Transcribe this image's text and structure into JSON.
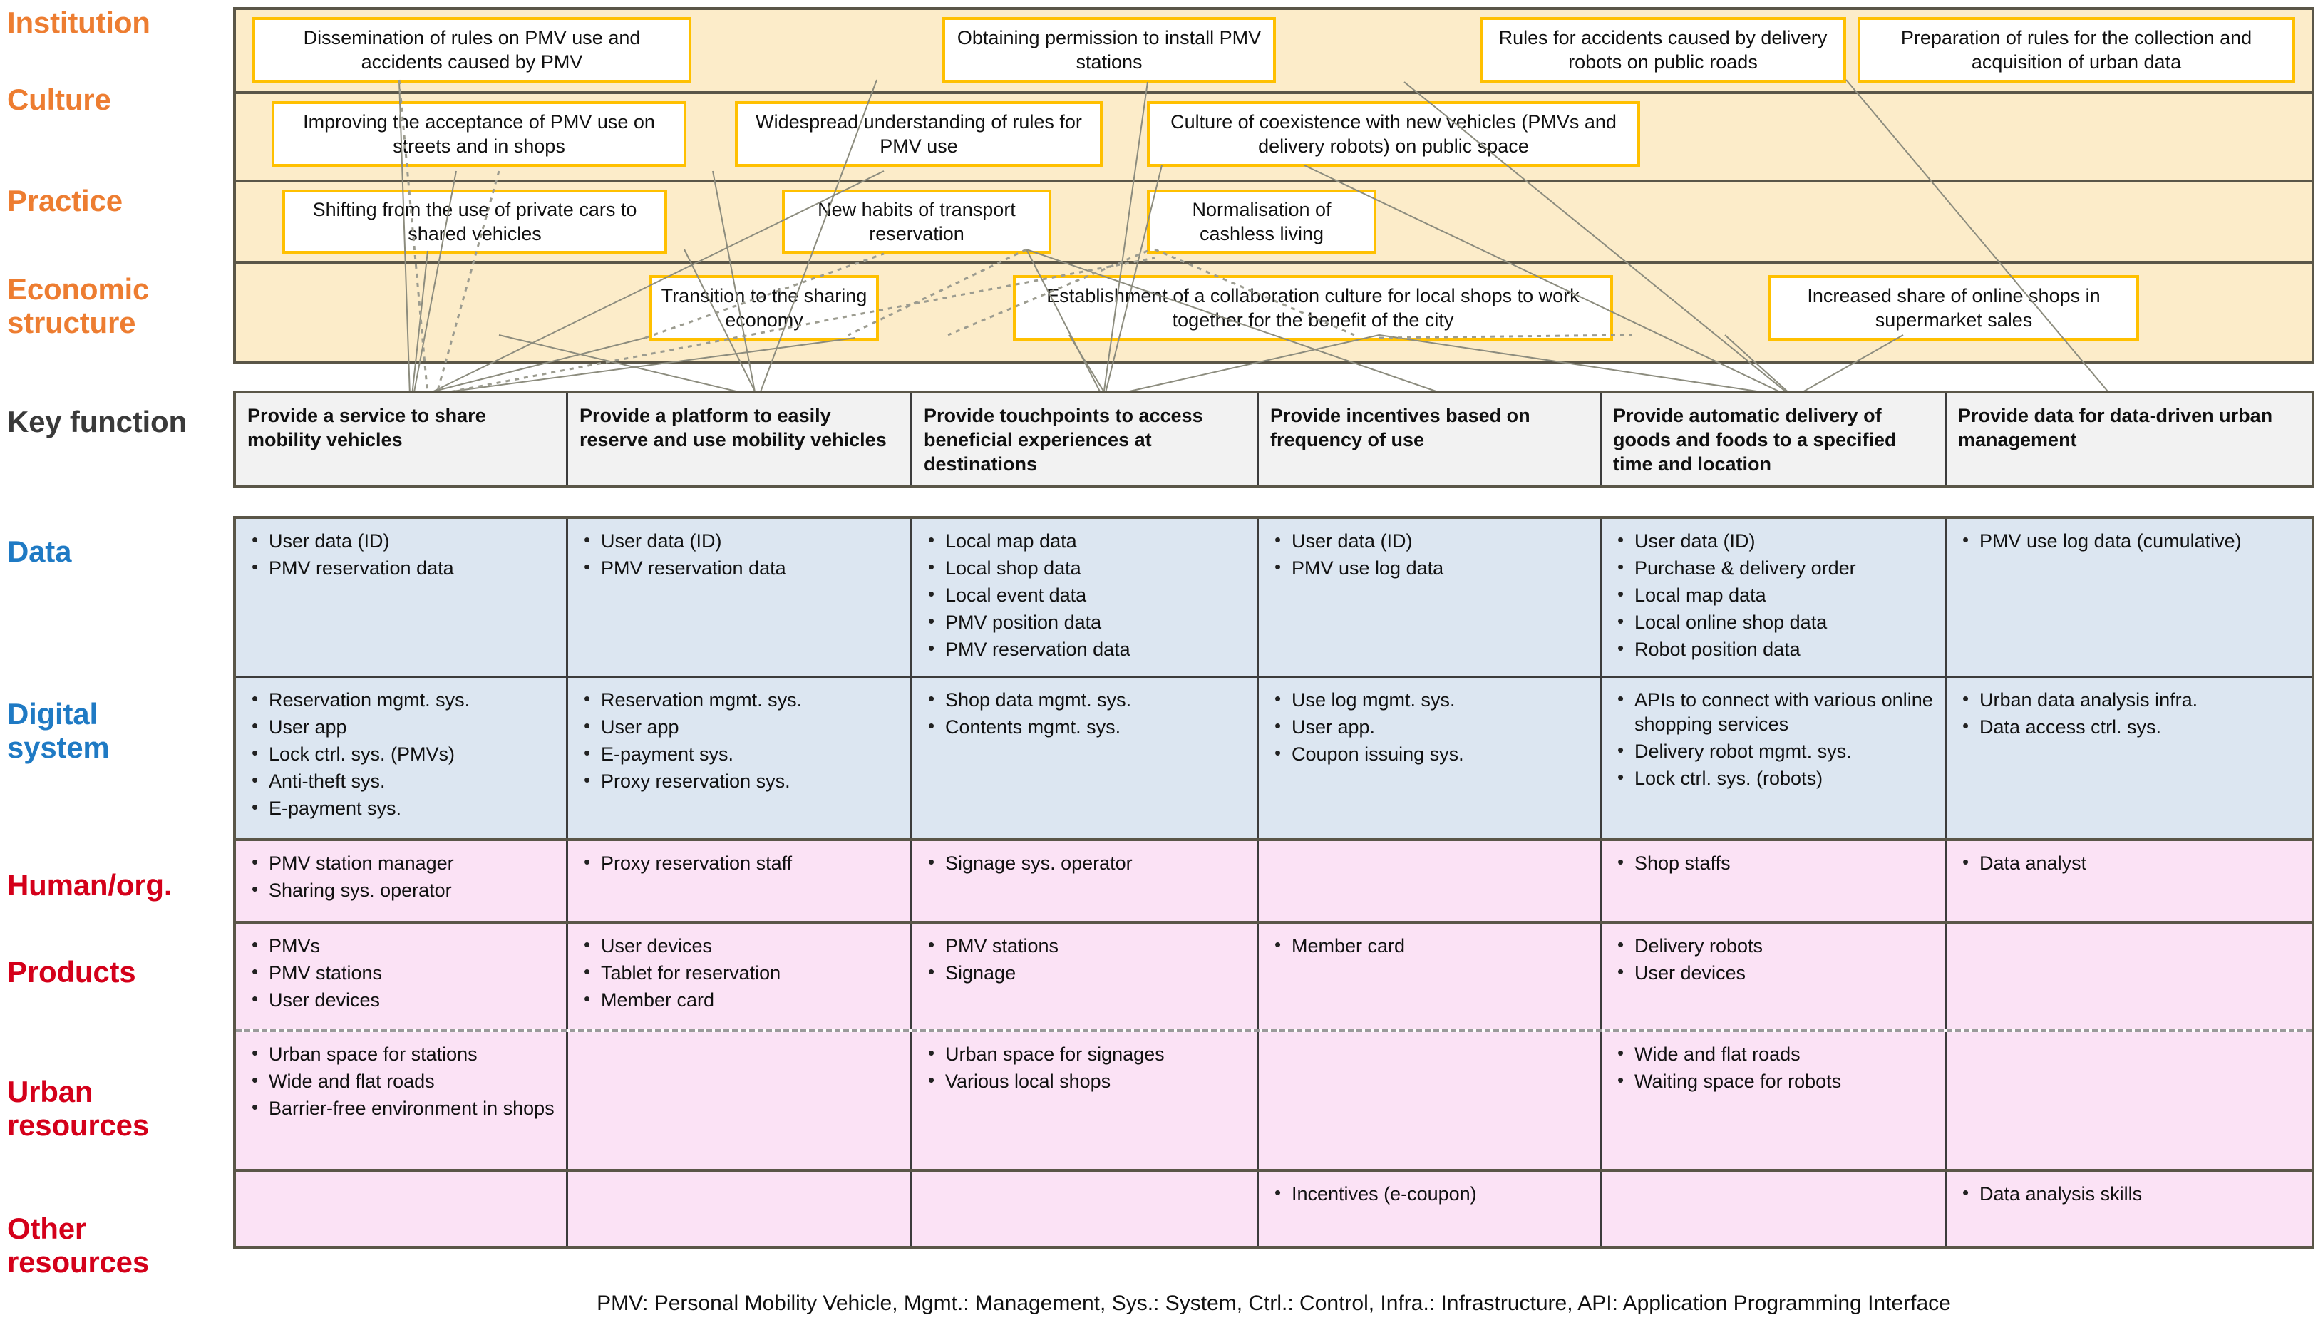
{
  "landscape": {
    "rows": [
      {
        "label": "Institution"
      },
      {
        "label": "Culture"
      },
      {
        "label": "Practice"
      },
      {
        "label": "Economic structure"
      }
    ],
    "boxes": [
      {
        "id": "inst-1",
        "text": "Dissemination of rules on PMV use and accidents caused by PMV",
        "band": "Institution"
      },
      {
        "id": "inst-2",
        "text": "Obtaining permission to install PMV stations",
        "band": "Institution"
      },
      {
        "id": "inst-3",
        "text": "Rules for accidents caused by delivery robots on public roads",
        "band": "Institution"
      },
      {
        "id": "inst-4",
        "text": "Preparation of rules for the collection and acquisition of urban data",
        "band": "Institution"
      },
      {
        "id": "cult-1",
        "text": "Improving the acceptance of PMV use on streets and in shops",
        "band": "Culture"
      },
      {
        "id": "cult-2",
        "text": "Widespread understanding of rules for PMV use",
        "band": "Culture"
      },
      {
        "id": "cult-3",
        "text": "Culture of coexistence with new vehicles (PMVs and delivery robots) on public space",
        "band": "Culture"
      },
      {
        "id": "prac-1",
        "text": "Shifting from the use of private cars to shared vehicles",
        "band": "Practice"
      },
      {
        "id": "prac-2",
        "text": "New habits of transport reservation",
        "band": "Practice"
      },
      {
        "id": "prac-3",
        "text": "Normalisation of cashless living",
        "band": "Practice"
      },
      {
        "id": "econ-1",
        "text": "Transition to the sharing economy",
        "band": "Economic structure"
      },
      {
        "id": "econ-2",
        "text": "Establishment of a collaboration culture for local shops to work together for the benefit of the city",
        "band": "Economic structure"
      },
      {
        "id": "econ-3",
        "text": "Increased share of online shops in supermarket sales",
        "band": "Economic structure"
      }
    ]
  },
  "matrix": {
    "row_labels": {
      "key_function": "Key function",
      "data": "Data",
      "digital_system": "Digital system",
      "human_org": "Human/org.",
      "products": "Products",
      "urban_resources": "Urban resources",
      "other_resources": "Other resources"
    },
    "key_function": [
      "Provide a service to share mobility vehicles",
      "Provide a platform to easily reserve and use mobility vehicles",
      "Provide touchpoints to access beneficial experiences at destinations",
      "Provide incentives based on frequency of use",
      "Provide automatic delivery of goods and foods to a specified time and location",
      "Provide data for data-driven urban management"
    ],
    "data": [
      [
        "User data (ID)",
        "PMV reservation data"
      ],
      [
        "User data (ID)",
        "PMV reservation data"
      ],
      [
        "Local map data",
        "Local shop data",
        "Local event data",
        "PMV position data",
        "PMV reservation data"
      ],
      [
        "User data (ID)",
        "PMV use log data"
      ],
      [
        "User data (ID)",
        "Purchase & delivery order",
        "Local map data",
        "Local online shop data",
        "Robot position data"
      ],
      [
        "PMV use log data (cumulative)"
      ]
    ],
    "digital_system": [
      [
        "Reservation mgmt. sys.",
        "User app",
        "Lock ctrl. sys. (PMVs)",
        "Anti-theft sys.",
        "E-payment sys."
      ],
      [
        "Reservation mgmt. sys.",
        "User app",
        "E-payment sys.",
        "Proxy reservation sys."
      ],
      [
        "Shop data mgmt. sys.",
        "Contents mgmt. sys."
      ],
      [
        "Use log mgmt. sys.",
        "User app.",
        "Coupon issuing sys."
      ],
      [
        "APIs to connect with various online shopping services",
        "Delivery robot mgmt. sys.",
        "Lock ctrl. sys. (robots)"
      ],
      [
        "Urban data analysis infra.",
        "Data access ctrl. sys."
      ]
    ],
    "human_org": [
      [
        "PMV station manager",
        "Sharing sys. operator"
      ],
      [
        "Proxy reservation staff"
      ],
      [
        "Signage sys. operator"
      ],
      [],
      [
        "Shop staffs"
      ],
      [
        "Data analyst"
      ]
    ],
    "products": [
      [
        "PMVs",
        "PMV stations",
        "User devices"
      ],
      [
        "User devices",
        "Tablet for reservation",
        "Member card"
      ],
      [
        "PMV stations",
        "Signage"
      ],
      [
        "Member card"
      ],
      [
        "Delivery robots",
        "User devices"
      ],
      []
    ],
    "urban_resources": [
      [
        "Urban space for stations",
        "Wide and flat roads",
        "Barrier-free environment in shops"
      ],
      [],
      [
        "Urban space for signages",
        "Various local shops"
      ],
      [],
      [
        "Wide and flat roads",
        "Waiting space for robots"
      ],
      []
    ],
    "other_resources": [
      [],
      [],
      [],
      [
        "Incentives (e-coupon)"
      ],
      [],
      [
        "Data analysis skills"
      ]
    ]
  },
  "footnote": "PMV: Personal Mobility Vehicle, Mgmt.: Management, Sys.: System, Ctrl.: Control, Infra.: Infrastructure, API: Application Programming Interface",
  "colors": {
    "landscape_bg": "#FCECC9",
    "landscape_box_border": "#FFC000",
    "label_orange": "#ED7D31",
    "label_blue": "#1F7AC4",
    "label_red": "#D4001A",
    "band_blue": "#DCE6F1",
    "band_pink": "#FBE2F5",
    "key_function_bg": "#F2F2F2"
  }
}
